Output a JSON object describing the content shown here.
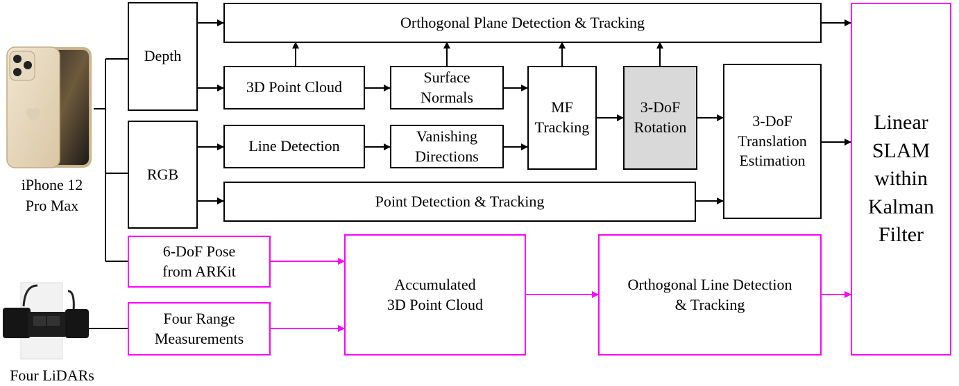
{
  "devices": {
    "iphone_label": "iPhone 12\nPro Max",
    "lidars_label": "Four LiDARs"
  },
  "sensors": {
    "depth": "Depth",
    "rgb": "RGB"
  },
  "modules": {
    "orthogonal_plane": "Orthogonal Plane Detection & Tracking",
    "point_cloud_3d": "3D Point Cloud",
    "surface_normals": "Surface\nNormals",
    "line_detection": "Line Detection",
    "vanishing_directions": "Vanishing\nDirections",
    "mf_tracking": "MF\nTracking",
    "rotation_3dof": "3-DoF\nRotation",
    "translation_3dof": "3-DoF\nTranslation\nEstimation",
    "point_detection": "Point Detection & Tracking",
    "pose_arkit": "6-DoF Pose\nfrom ARKit",
    "range_measurements": "Four Range\nMeasurements",
    "accumulated_cloud": "Accumulated\n3D Point Cloud",
    "orthogonal_line": "Orthogonal Line Detection\n& Tracking",
    "linear_slam": "Linear\nSLAM\nwithin\nKalman\nFilter"
  },
  "colors": {
    "black": "#000000",
    "magenta": "#ff00ff",
    "highlight_fill": "#d9d9d9"
  }
}
